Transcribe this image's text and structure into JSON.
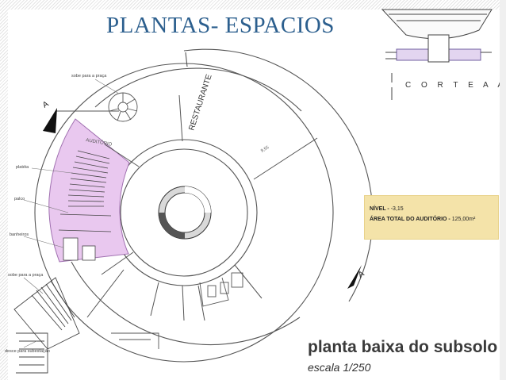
{
  "slide": {
    "title": "PLANTAS- ESPACIOS"
  },
  "plan": {
    "labels": {
      "restaurante": "RESTAURANTE",
      "auditorio": "AUDITÓRIO",
      "sobe_praia_top": "sobe para a praça",
      "plateia": "platéia",
      "palco": "palco",
      "banheiros": "banheiros",
      "sobe_praia_bottom": "sobe para a praça",
      "desce_subestacao": "desce para subestação",
      "dimension": "9,55",
      "section_marker_left": "A",
      "section_marker_right": "A"
    },
    "info": {
      "nivel_label": "NÍVEL -",
      "nivel_value": "-3,15",
      "area_label": "ÁREA TOTAL DO AUDITÓRIO -",
      "area_value": "125,00m²"
    },
    "title": "planta baixa do subsolo",
    "scale": "escala 1/250"
  },
  "section": {
    "label": "C O R T E   A A"
  },
  "colors": {
    "title": "#2c5f8e",
    "auditorium_fill": "#e9c8ef",
    "info_box": "#f4e3a9",
    "lines": "#555555"
  }
}
